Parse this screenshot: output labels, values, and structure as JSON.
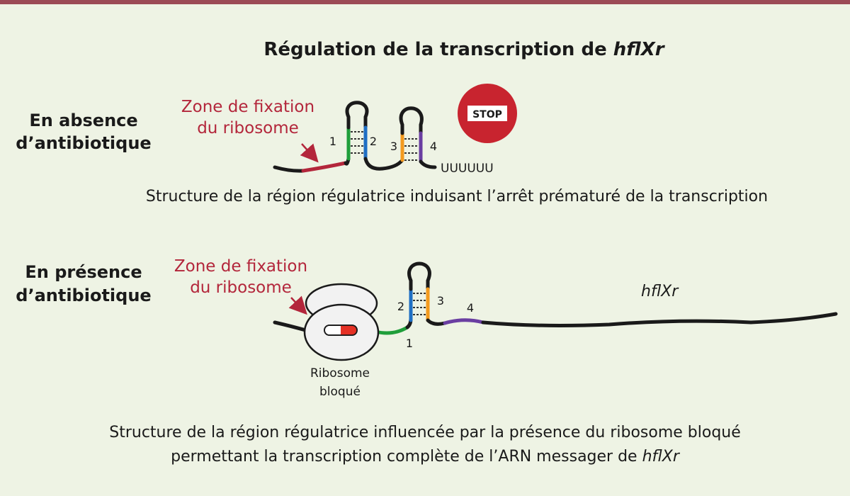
{
  "title": {
    "main": "Régulation de la transcription de ",
    "italic": "hflXr"
  },
  "colors": {
    "accent": "#9b4a55",
    "background": "#eef3e4",
    "label_red": "#b3263b",
    "seg_red": "#b3263b",
    "seg_green": "#1f9e3a",
    "seg_blue": "#1f6fc4",
    "seg_orange": "#f39a1e",
    "seg_purple": "#6a3ea1",
    "stop_red": "#c8242f"
  },
  "top": {
    "condition": [
      "En absence",
      "d’antibiotique"
    ],
    "zone_label": [
      "Zone de fixation",
      "du ribosome"
    ],
    "segments": [
      "1",
      "2",
      "3",
      "4"
    ],
    "poly_u": "UUUUUU",
    "stop_sign": "STOP",
    "caption": "Structure de la région régulatrice induisant l’arrêt prématuré de la transcription"
  },
  "bottom": {
    "condition": [
      "En présence",
      "d’antibiotique"
    ],
    "zone_label": [
      "Zone de fixation",
      "du ribosome"
    ],
    "segments": [
      "1",
      "2",
      "3",
      "4"
    ],
    "gene_label": "hflXr",
    "ribosome_label": [
      "Ribosome",
      "bloqué"
    ],
    "caption_line1": "Structure de la région régulatrice influencée par la présence du ribosome bloqué",
    "caption_line2_main": "permettant la transcription complète de l’ARN messager de ",
    "caption_line2_italic": "hflXr"
  }
}
